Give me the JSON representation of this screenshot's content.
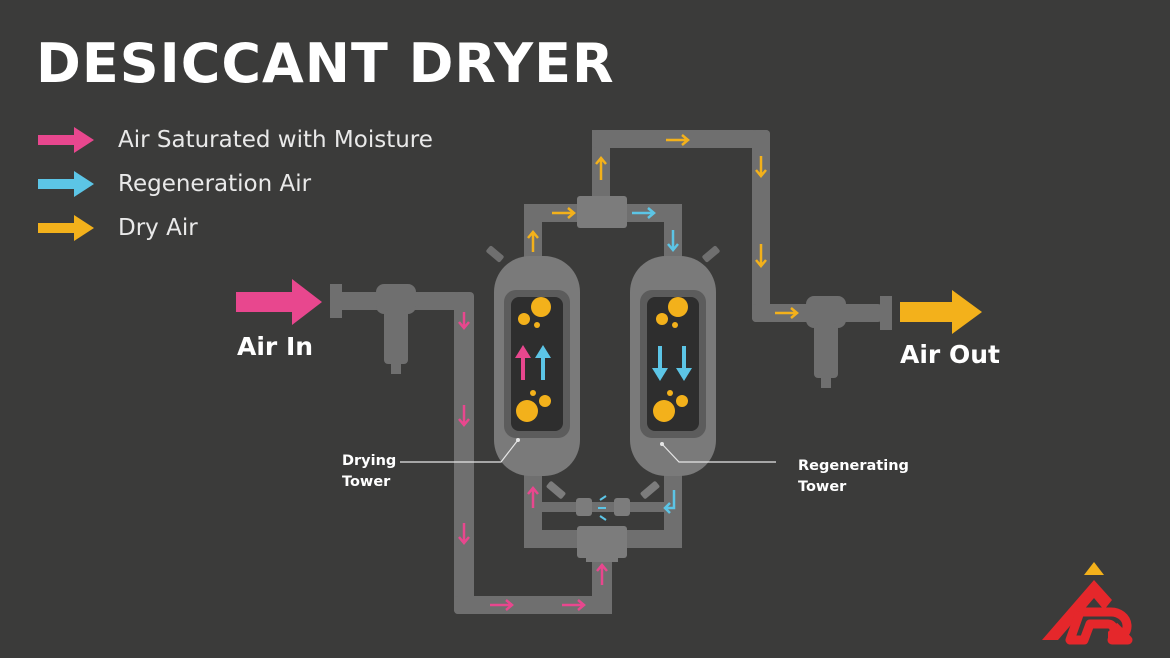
{
  "title": "DESICCANT DRYER",
  "legend": [
    {
      "label": "Air Saturated with Moisture",
      "color": "#e8478e",
      "icon": "pink-arrow-icon"
    },
    {
      "label": "Regeneration Air",
      "color": "#5cc5e6",
      "icon": "blue-arrow-icon"
    },
    {
      "label": "Dry Air",
      "color": "#f3b11b",
      "icon": "yellow-arrow-icon"
    }
  ],
  "labels": {
    "air_in": "Air In",
    "air_out": "Air Out",
    "drying_tower": [
      "Drying",
      "Tower"
    ],
    "regenerating_tower": [
      "Regenerating",
      "Tower"
    ]
  },
  "colors": {
    "background": "#3b3b3a",
    "pipe": "#6f6f6f",
    "pipe_light": "#858585",
    "tower_inner": "#2e2e2e",
    "moisture": "#e8478e",
    "regeneration": "#5cc5e6",
    "dry": "#f3b11b",
    "logo_red": "#e5272b",
    "logo_yellow": "#f3b11b"
  }
}
